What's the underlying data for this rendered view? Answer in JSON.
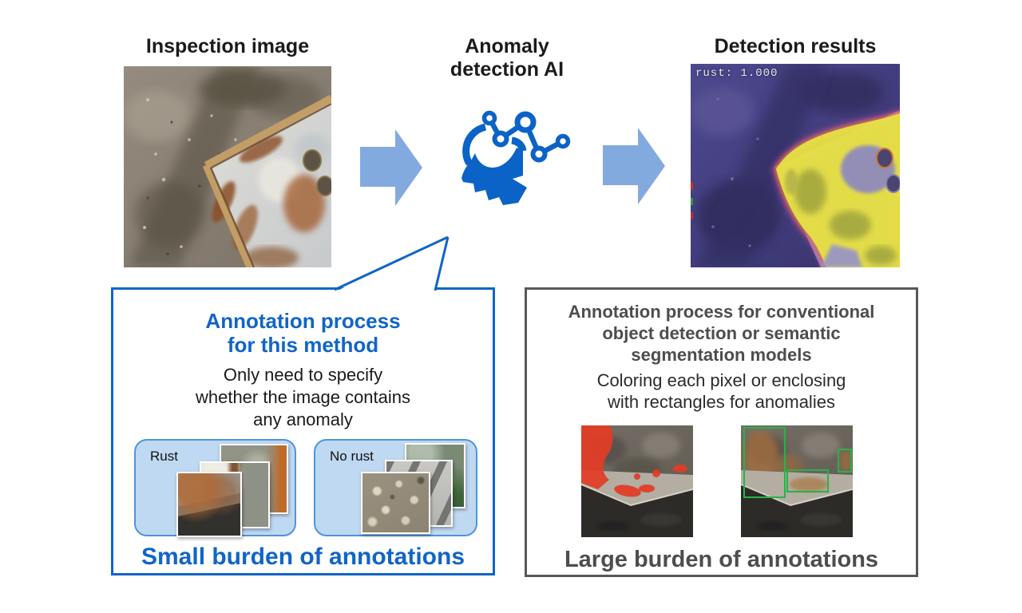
{
  "header": {
    "step1_title": "Inspection image",
    "step2_title": "Anomaly\ndetection AI",
    "step3_title": "Detection results"
  },
  "detection": {
    "score_label": "rust: 1.000"
  },
  "method_box": {
    "title": "Annotation process\nfor this method",
    "body": "Only need to specify\nwhether the image contains\nany anomaly",
    "categories": [
      {
        "label": "Rust"
      },
      {
        "label": "No rust"
      }
    ],
    "footer": "Small burden of annotations"
  },
  "conventional_box": {
    "title": "Annotation process for conventional\nobject detection or semantic\nsegmentation models",
    "body": "Coloring each pixel or enclosing\nwith rectangles for anomalies",
    "footer": "Large burden of annotations"
  },
  "colors": {
    "accent_blue": "#1065c8",
    "icon_blue": "#0b63c7",
    "arrow_light_blue": "#82aadf",
    "panel_fill_blue": "#bfd9f2",
    "panel_border_blue": "#4e94db",
    "gray_border": "#58585a",
    "gray_text": "#4d4d50",
    "mask_red": "#e23c26",
    "bbox_green": "#28b24a",
    "heat_yellow": "#e6e044",
    "heat_purple": "#474483"
  }
}
